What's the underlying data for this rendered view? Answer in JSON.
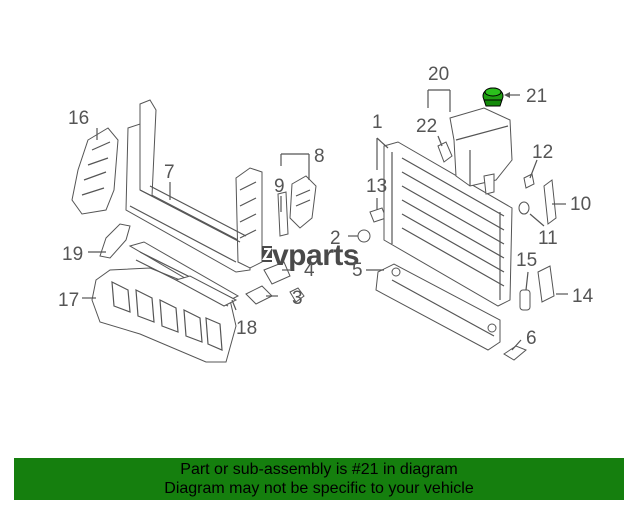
{
  "diagram": {
    "callouts": [
      "1",
      "2",
      "3",
      "4",
      "5",
      "6",
      "7",
      "8",
      "9",
      "10",
      "11",
      "12",
      "13",
      "14",
      "15",
      "16",
      "17",
      "18",
      "19",
      "20",
      "21",
      "22"
    ],
    "watermark": "vparts",
    "highlight_color": "#1f9d12",
    "line_color": "#555555"
  },
  "banner": {
    "line1": "Part or sub-assembly is #21 in diagram",
    "line2": "Diagram may not be specific to your vehicle",
    "background": "#157f0e"
  }
}
